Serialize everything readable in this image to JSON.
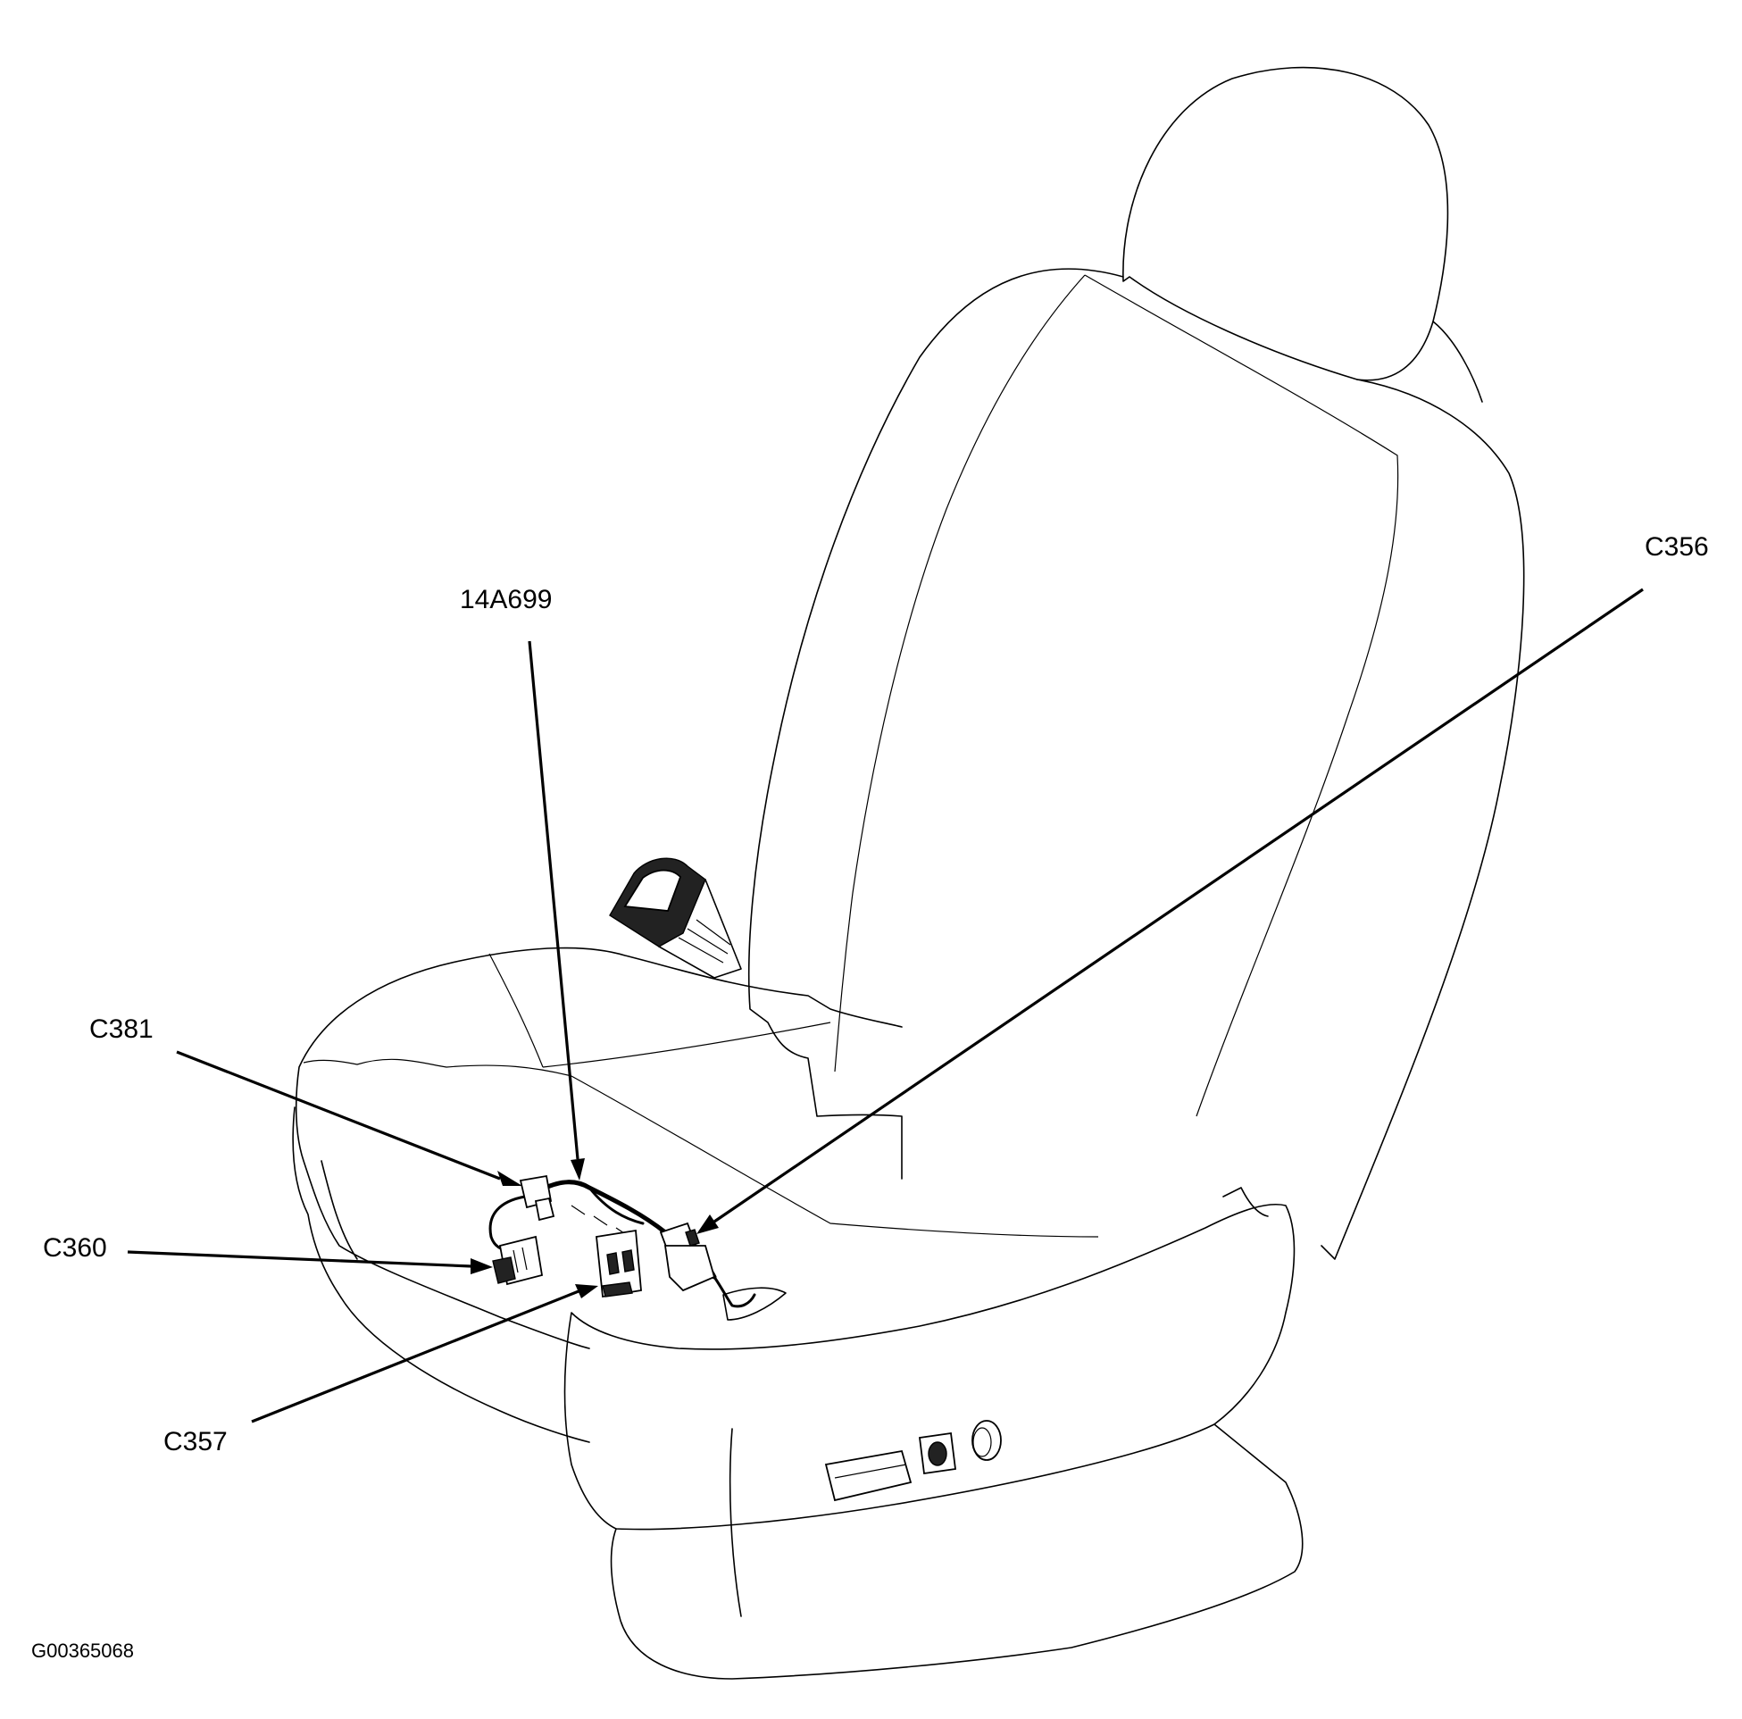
{
  "callouts": {
    "harness": "14A699",
    "c356": "C356",
    "c381": "C381",
    "c360": "C360",
    "c357": "C357"
  },
  "figure_id": "G00365068"
}
